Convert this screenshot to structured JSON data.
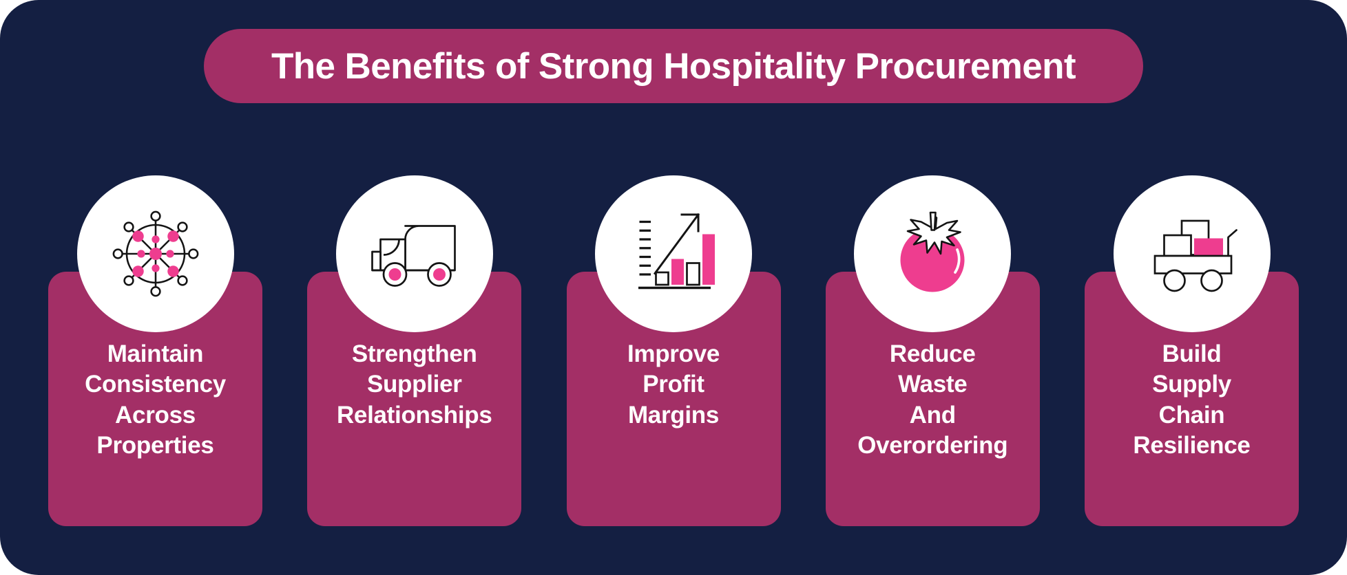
{
  "theme": {
    "background": "#141f42",
    "card": "#a32f66",
    "accent_pink": "#ee3d8f",
    "text": "#ffffff",
    "icon_circle": "#ffffff",
    "icon_stroke": "#141414"
  },
  "header": {
    "title": "The Benefits of Strong Hospitality Procurement"
  },
  "cards": [
    {
      "id": "maintain-consistency-across-properties",
      "label": "Maintain\nConsistency\nAcross\nProperties",
      "icon": "network-hub-icon"
    },
    {
      "id": "strengthen-supplier-relationships",
      "label": "Strengthen\nSupplier\nRelationships",
      "icon": "delivery-truck-icon"
    },
    {
      "id": "improve-profit-margins",
      "label": "Improve\nProfit\nMargins",
      "icon": "growth-bar-chart-icon"
    },
    {
      "id": "reduce-waste-and-overordering",
      "label": "Reduce\nWaste\nAnd\nOverordering",
      "icon": "tomato-icon"
    },
    {
      "id": "build-supply-chain-resilience",
      "label": "Build\nSupply\nChain\nResilience",
      "icon": "loaded-cart-icon"
    }
  ]
}
